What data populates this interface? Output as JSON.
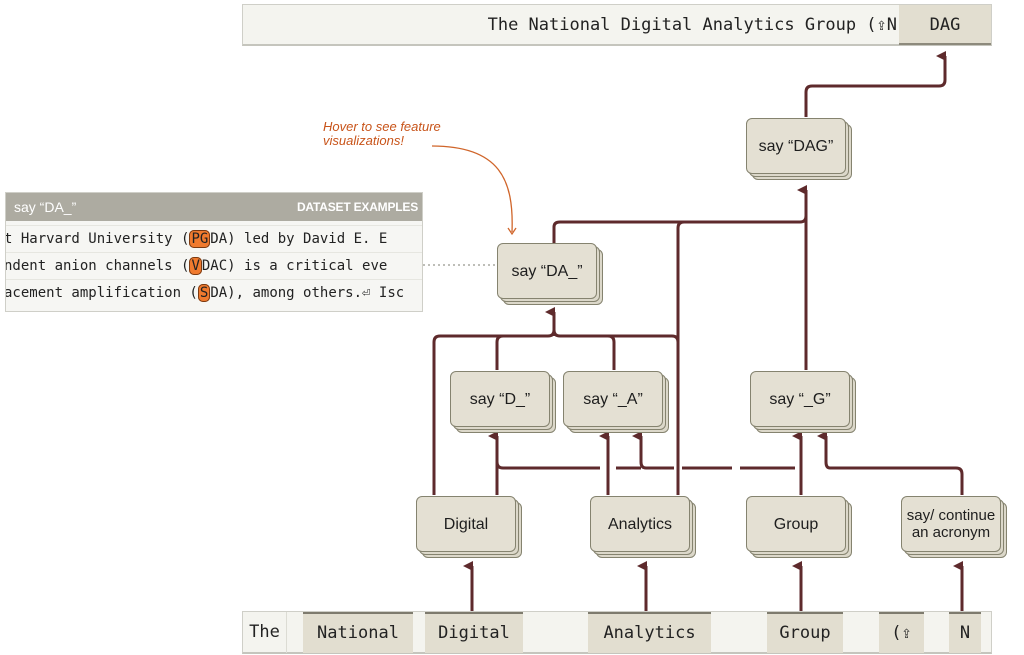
{
  "prompt_bar": {
    "text": "The National Digital Analytics Group (⇪N",
    "output_token": "DAG"
  },
  "annotation": {
    "text": "Hover to see feature visualizations!"
  },
  "dataset_panel": {
    "feature_label": "say “DA_”",
    "section_label": "DATASET EXAMPLES",
    "rows": [
      {
        "before": "t Harvard University (",
        "highlight": "PG",
        "after": "DA) led by David E. E"
      },
      {
        "before": "ndent anion channels (",
        "highlight": "V",
        "after": "DAC) is a critical eve"
      },
      {
        "before": "acement amplification (",
        "highlight": "S",
        "after": "DA), among others.⏎ Isc"
      }
    ]
  },
  "nodes": {
    "say_dag": "say “DAG”",
    "say_da": "say “DA_”",
    "say_d": "say “D_”",
    "say_a": "say “_A”",
    "say_g": "say “_G”",
    "digital": "Digital",
    "analytics": "Analytics",
    "group": "Group",
    "acronym": "say/ continue an acronym"
  },
  "input_tokens": [
    {
      "text": "The",
      "highlighted": false
    },
    {
      "text": "National",
      "highlighted": true
    },
    {
      "text": "Digital",
      "highlighted": true
    },
    {
      "text": "Analytics",
      "highlighted": true
    },
    {
      "text": "Group",
      "highlighted": true
    },
    {
      "text": "(⇪",
      "highlighted": true
    },
    {
      "text": "N",
      "highlighted": true
    }
  ],
  "colors": {
    "wire": "#5e2a2c",
    "node_fill": "#e4e0d3",
    "highlight": "#f07a2e",
    "annotation": "#c8541a"
  }
}
